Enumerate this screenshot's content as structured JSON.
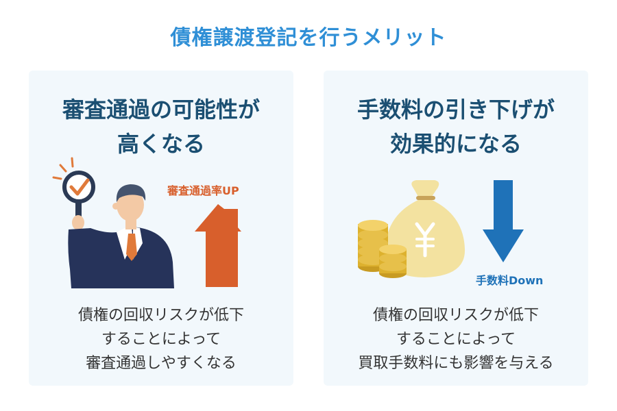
{
  "page": {
    "title": "債権譲渡登記を行うメリット"
  },
  "colors": {
    "title": "#2f8fd6",
    "heading": "#1b4f72",
    "card_bg": "#f2f8fc",
    "up_arrow": "#d85f2c",
    "down_arrow": "#1f72b8"
  },
  "cards": [
    {
      "heading_lines": [
        "審査通過の可能性が",
        "高くなる"
      ],
      "indicator_label": "審査通過率UP",
      "body_lines": [
        "債権の回収リスクが低下",
        "することによって",
        "審査通過しやすくなる"
      ],
      "icons": [
        "magnifier-check-icon",
        "businessman-illustration",
        "up-arrow-icon"
      ]
    },
    {
      "heading_lines": [
        "手数料の引き下げが",
        "効果的になる"
      ],
      "indicator_label": "手数料Down",
      "body_lines": [
        "債権の回収リスクが低下",
        "することによって",
        "買取手数料にも影響を与える"
      ],
      "icons": [
        "money-bag-icon",
        "yen-sign-icon",
        "coin-stack-icon",
        "down-arrow-icon"
      ]
    }
  ]
}
